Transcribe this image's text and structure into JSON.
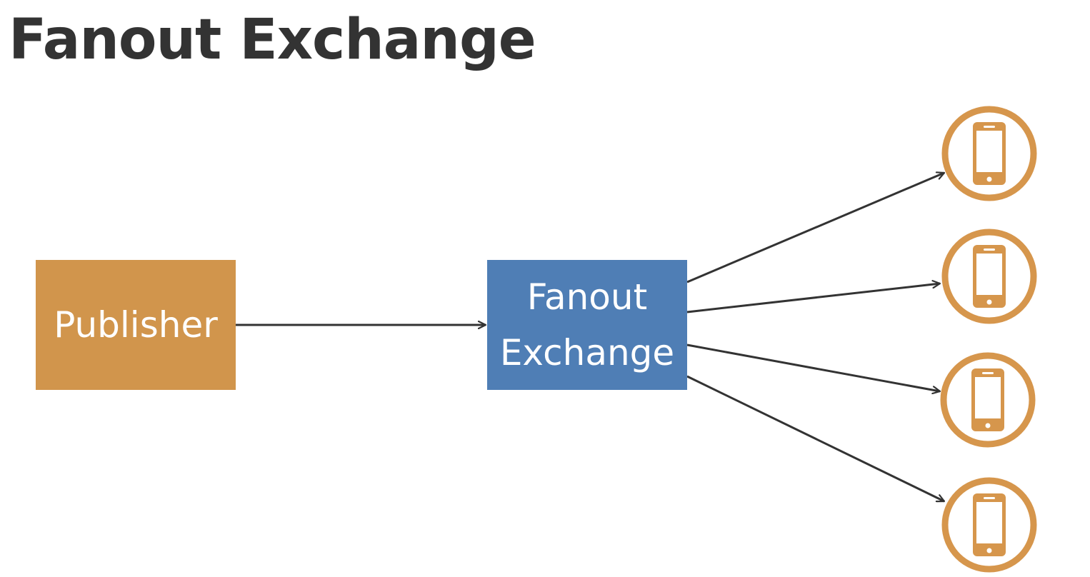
{
  "title": "Fanout Exchange",
  "nodes": {
    "publisher": {
      "label": "Publisher"
    },
    "exchange": {
      "label_line1": "Fanout",
      "label_line2": "Exchange"
    },
    "consumers": [
      {
        "icon": "mobile-phone-icon"
      },
      {
        "icon": "mobile-phone-icon"
      },
      {
        "icon": "mobile-phone-icon"
      },
      {
        "icon": "mobile-phone-icon"
      }
    ]
  },
  "edges": [
    {
      "from": "publisher",
      "to": "exchange"
    },
    {
      "from": "exchange",
      "to": "consumer-1"
    },
    {
      "from": "exchange",
      "to": "consumer-2"
    },
    {
      "from": "exchange",
      "to": "consumer-3"
    },
    {
      "from": "exchange",
      "to": "consumer-4"
    }
  ],
  "colors": {
    "publisher": "#d1954c",
    "exchange": "#4f7eb5",
    "consumer": "#d6964c",
    "arrow": "#333333",
    "title": "#333333"
  }
}
